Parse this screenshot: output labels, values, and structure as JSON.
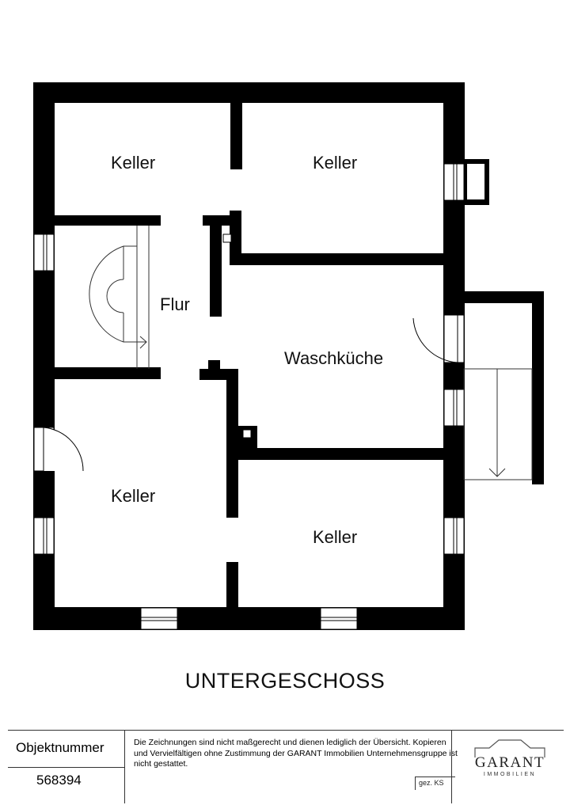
{
  "rooms": {
    "keller_top_left": "Keller",
    "keller_top_right": "Keller",
    "flur": "Flur",
    "waschkueche": "Waschküche",
    "keller_bottom_left": "Keller",
    "keller_bottom_right": "Keller"
  },
  "floor_title": "UNTERGESCHOSS",
  "footer": {
    "object_label": "Objektnummer",
    "object_number": "568394",
    "disclaimer": "Die Zeichnungen sind nicht maßgerecht und dienen lediglich der Übersicht. Kopieren und Vervielfältigen ohne Zustimmung der GARANT Immobilien Unternehmensgruppe ist nicht gestattet.",
    "logo_name": "GARANT",
    "logo_sub": "IMMOBILIEN",
    "author": "gez. KS"
  }
}
